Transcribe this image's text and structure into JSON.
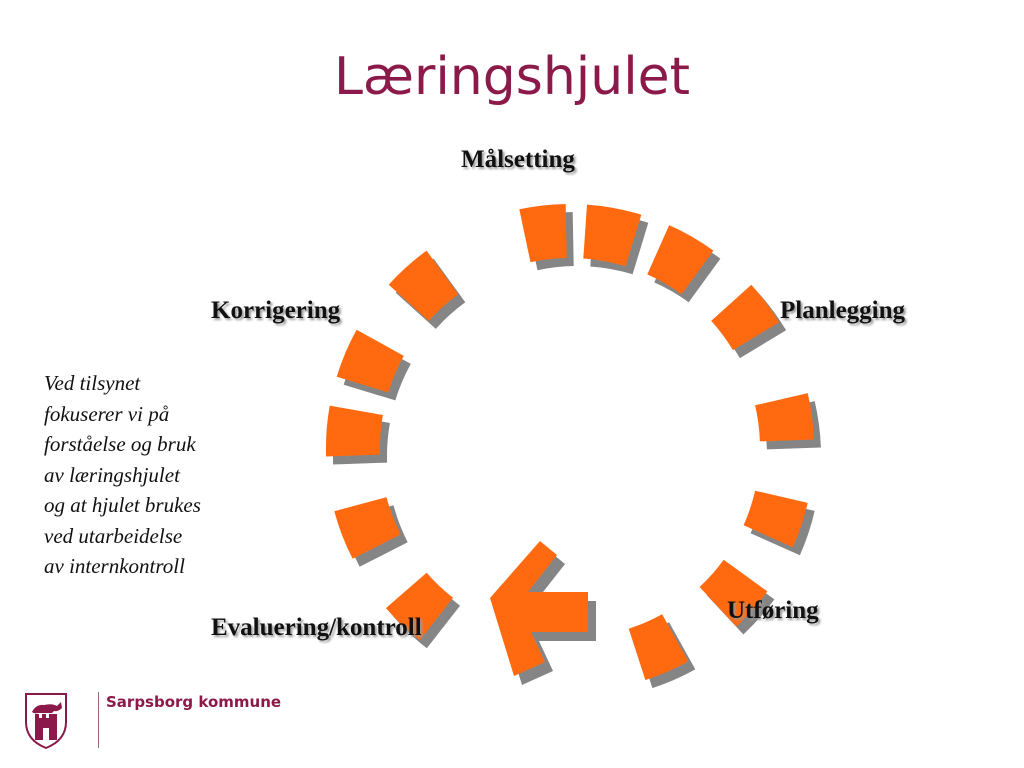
{
  "slide": {
    "title": "Læringshjulet",
    "title_color": "#8b1a4a"
  },
  "wheel": {
    "stages": {
      "top": "Målsetting",
      "right": "Planlegging",
      "bottom_right": "Utføring",
      "bottom_left": "Evaluering/kontroll",
      "left": "Korrigering"
    },
    "segment_color": "#ff6a10",
    "shadow_color": "#858585"
  },
  "note": {
    "lines": [
      "Ved tilsynet",
      "fokuserer vi på",
      "forståelse og bruk",
      "av læringshjulet",
      "og at hjulet brukes",
      "ved utarbeidelse",
      "av internkontroll"
    ]
  },
  "footer": {
    "org_name": "Sarpsborg kommune",
    "brand_color": "#8b1a4a"
  }
}
